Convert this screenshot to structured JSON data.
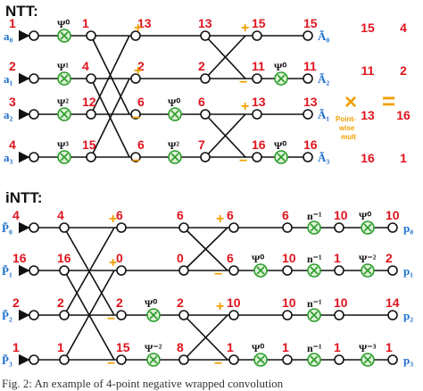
{
  "ntt": {
    "title": "NTT:",
    "inputs": [
      "a₀",
      "a₁",
      "a₂",
      "a₃"
    ],
    "outputs": [
      "Ã₀",
      "Ã₂",
      "Ã₁",
      "Ã₃"
    ],
    "col0": [
      "1",
      "2",
      "3",
      "4"
    ],
    "tw0": [
      "Ψ⁰",
      "Ψ¹",
      "Ψ²",
      "Ψ³"
    ],
    "col1": [
      "1",
      "4",
      "12",
      "15"
    ],
    "col2": [
      "13",
      "2",
      "6",
      "6"
    ],
    "col2_tw": [
      "",
      "",
      "Ψ⁰",
      "Ψ²"
    ],
    "col3": [
      "13",
      "2",
      "6",
      "7"
    ],
    "col4": [
      "15",
      "11",
      "13",
      "16"
    ],
    "col4_tw": [
      "",
      "Ψ⁰",
      "",
      "Ψ⁰"
    ],
    "right_col_a": [
      "15",
      "11",
      "13",
      "16"
    ],
    "right_col_b": [
      "4",
      "2",
      "16",
      "1"
    ]
  },
  "mult": {
    "times": "×",
    "equals": "=",
    "label_lines": [
      "Point-",
      "wise",
      "mult"
    ]
  },
  "intt": {
    "title": "iNTT:",
    "inputs": [
      "P̃₀",
      "P̃₁",
      "P̃₂",
      "P̃₃"
    ],
    "outputs": [
      "p₀",
      "p₁",
      "p₂",
      "p₃"
    ],
    "col0": [
      "4",
      "16",
      "2",
      "1"
    ],
    "col1": [
      "6",
      "0",
      "2",
      "15"
    ],
    "col1_tw": [
      "",
      "",
      "Ψ⁰",
      "Ψ⁻²"
    ],
    "col2": [
      "6",
      "0",
      "2",
      "8"
    ],
    "col3": [
      "6",
      "6",
      "10",
      "1"
    ],
    "col3_tw": [
      "",
      "Ψ⁰",
      "",
      "Ψ⁰"
    ],
    "col4": [
      "6",
      "10",
      "10",
      "1"
    ],
    "ninv": "n⁻¹",
    "col5": [
      "10",
      "1",
      "10",
      "1"
    ],
    "col5_tw": [
      "Ψ⁰",
      "Ψ⁻²",
      "",
      "Ψ⁻³"
    ],
    "col6": [
      "10",
      "2",
      "14",
      "1"
    ],
    "col6_blue": [
      "p₀",
      "p₁",
      "p₂",
      "p₃"
    ]
  },
  "caption": "Fig. 2: An example of 4-point negative wrapped convolution",
  "colors": {
    "value": "#e0141e",
    "io": "#1e6fd0",
    "node": "#2a9d2a",
    "sign": "#f0a000"
  }
}
